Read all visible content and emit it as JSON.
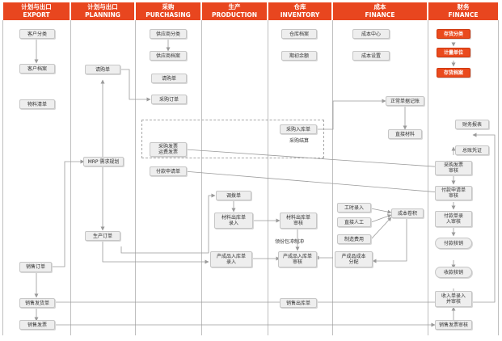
{
  "lanes": [
    {
      "id": "export",
      "cn": "计划与出口",
      "en": "EXPORT"
    },
    {
      "id": "planning",
      "cn": "计划与出口",
      "en": "PLANNING"
    },
    {
      "id": "purchasing",
      "cn": "采购",
      "en": "PURCHASING"
    },
    {
      "id": "production",
      "cn": "生产",
      "en": "PRODUCTION"
    },
    {
      "id": "inventory",
      "cn": "仓库",
      "en": "INVENTORY"
    },
    {
      "id": "finance",
      "cn": "成本",
      "en": "FINANCE"
    },
    {
      "id": "finance2",
      "cn": "财务",
      "en": "FINANCE"
    }
  ],
  "nodes": [
    {
      "id": "customer-category",
      "label": "客户分类"
    },
    {
      "id": "customer-file",
      "label": "客户档案"
    },
    {
      "id": "material-list",
      "label": "物料清单"
    },
    {
      "id": "sales-order",
      "label": "销售订单"
    },
    {
      "id": "sales-delivery",
      "label": "销售发货单"
    },
    {
      "id": "sales-invoice",
      "label": "销售发票"
    },
    {
      "id": "requisition",
      "label": "请购单"
    },
    {
      "id": "mrp",
      "label": "MRP 需求规划"
    },
    {
      "id": "production-order",
      "label": "生产订单"
    },
    {
      "id": "supplier-category",
      "label": "供应商分类"
    },
    {
      "id": "supplier-file",
      "label": "供应商档案"
    },
    {
      "id": "purchase-request",
      "label": "请购单"
    },
    {
      "id": "purchase-order",
      "label": "采购订单"
    },
    {
      "id": "purchase-invoice",
      "label": "采购发票\n运费发票"
    },
    {
      "id": "payment-request",
      "label": "付款申请单"
    },
    {
      "id": "transfer-order",
      "label": "调拨单"
    },
    {
      "id": "material-outbound",
      "label": "材料出库单\n录入"
    },
    {
      "id": "product-inbound",
      "label": "产成品入库单\n录入"
    },
    {
      "id": "warehouse-file",
      "label": "仓库档案"
    },
    {
      "id": "opening-balance",
      "label": "期初余额"
    },
    {
      "id": "purchase-inbound",
      "label": "采购入库单"
    },
    {
      "id": "material-outbound-audit",
      "label": "材料出库单\n审核"
    },
    {
      "id": "product-inbound-audit",
      "label": "产成品入库单\n审核"
    },
    {
      "id": "sales-outbound",
      "label": "销售出库单"
    },
    {
      "id": "cost-center",
      "label": "成本中心"
    },
    {
      "id": "cost-settings",
      "label": "成本设置"
    },
    {
      "id": "positive-voucher",
      "label": "正常单据记账"
    },
    {
      "id": "direct-material",
      "label": "直接材料"
    },
    {
      "id": "work-hours",
      "label": "工时录入"
    },
    {
      "id": "direct-labor",
      "label": "直接人工"
    },
    {
      "id": "manufacturing-cost",
      "label": "制造费用"
    },
    {
      "id": "cost-accumulation",
      "label": "成本卷积"
    },
    {
      "id": "product-cost-allocation",
      "label": "产成品成本\n分配"
    },
    {
      "id": "inventory-category",
      "label": "存货分类"
    },
    {
      "id": "measurement-unit",
      "label": "计量单位"
    },
    {
      "id": "inventory-file",
      "label": "存货档案"
    },
    {
      "id": "financial-report",
      "label": "财务报表"
    },
    {
      "id": "general-voucher",
      "label": "总账凭证"
    },
    {
      "id": "purchase-invoice-audit",
      "label": "采购发票\n审核"
    },
    {
      "id": "payment-request-audit",
      "label": "付款申请单\n审核"
    },
    {
      "id": "payment-entry-audit",
      "label": "付款单录\n入审核"
    },
    {
      "id": "payment-verification",
      "label": "付款核销"
    },
    {
      "id": "receipt-verification",
      "label": "收款核销"
    },
    {
      "id": "receipt-entry-audit",
      "label": "收入单录入\n并审核"
    },
    {
      "id": "sales-invoice-audit",
      "label": "销售发票审核"
    }
  ],
  "annotations": {
    "purchase-settlement": "采购结算",
    "scrap-split": "领份包冲制冲"
  },
  "colors": {
    "header": "#e8461f",
    "accent": "#ea4a1d",
    "box": "#eeeeee",
    "wire": "#9a9a9a"
  }
}
